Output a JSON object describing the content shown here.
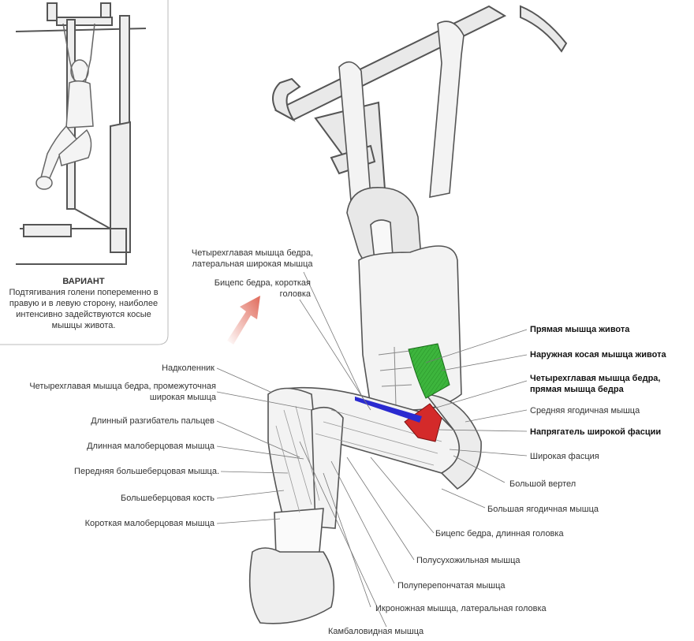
{
  "variant": {
    "title": "ВАРИАНТ",
    "text": "Подтягивания голени попеременно в правую и в левую сторону, наиболее интенсивно задействуются косые мышцы живота."
  },
  "labels": {
    "quad_lateral": "Четырехглавая мышца бедра, латеральная широкая мышца",
    "biceps_short": "Бицепс бедра, короткая головка",
    "patella": "Надколенник",
    "quad_intermediate": "Четырехглавая мышца бедра, промежуточная широкая мышца",
    "ext_digitorum": "Длинный разгибатель пальцев",
    "peroneus_longus": "Длинная малоберцовая мышца",
    "tibialis_anterior": "Передняя большеберцовая мышца.",
    "tibia": "Большеберцовая кость",
    "peroneus_brevis": "Короткая малоберцовая мышца",
    "rectus_abdominis": "Прямая мышца живота",
    "external_oblique": "Наружная косая мышца живота",
    "rectus_femoris": "Четырехглавая мышца бедра, прямая мышца бедра",
    "gluteus_medius": "Средняя ягодичная мышца",
    "tensor_fasciae": "Напрягатель широкой фасции",
    "fascia_lata": "Широкая фасция",
    "greater_trochanter": "Большой вертел",
    "gluteus_maximus": "Большая ягодичная мышца",
    "biceps_long": "Бицепс бедра, длинная головка",
    "semitendinosus": "Полусухожильная мышца",
    "semimembranosus": "Полуперепончатая мышца",
    "gastrocnemius_lat": "Икроножная мышца, латеральная головка",
    "soleus": "Камбаловидная мышца"
  },
  "colors": {
    "oblique_highlight": "#3db53d",
    "tensor_highlight": "#d42a2a",
    "rectus_femoris_highlight": "#2a2ad0",
    "arrow": "#e06a5a"
  }
}
